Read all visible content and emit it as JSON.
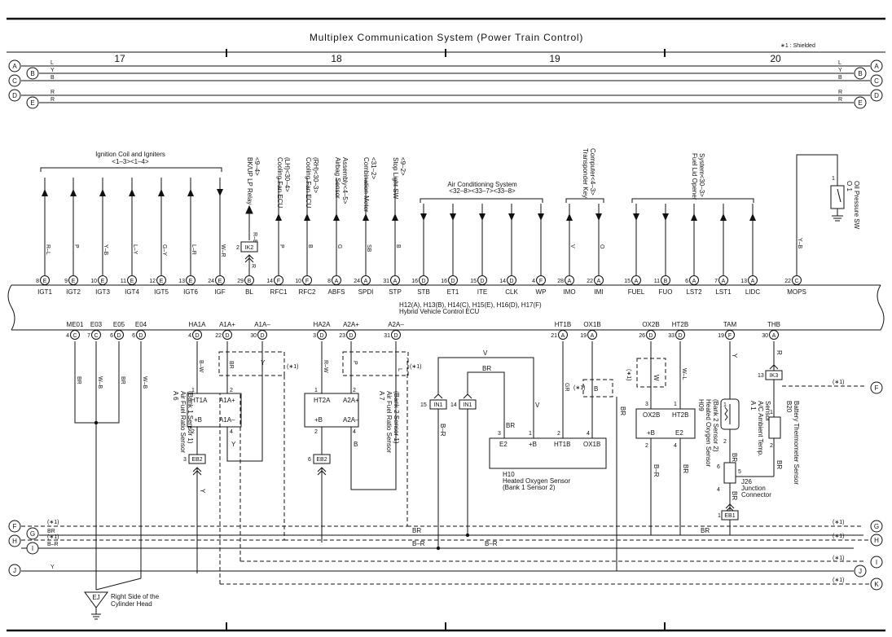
{
  "title": "Multiplex Communication System (Power Train Control)",
  "note": "∗1 : Shielded",
  "page_numbers": [
    "17",
    "18",
    "19",
    "20"
  ],
  "bus_lines": [
    {
      "id": "A",
      "wire": "L"
    },
    {
      "id": "B",
      "wire": "Y"
    },
    {
      "id": "C",
      "wire": "B"
    },
    {
      "id": "D",
      "wire": "R"
    },
    {
      "id": "E",
      "wire": "R"
    }
  ],
  "ecu": {
    "name": "Hybrid Vehicle Control ECU",
    "code": "H12(A), H13(B), H14(C), H15(E), H16(D), H17(F)"
  },
  "top_pins": [
    {
      "num": "8",
      "conn": "E",
      "name": "IGT1",
      "wire": "R–L"
    },
    {
      "num": "9",
      "conn": "E",
      "name": "IGT2",
      "wire": "P"
    },
    {
      "num": "10",
      "conn": "E",
      "name": "IGT3",
      "wire": "Y–B"
    },
    {
      "num": "11",
      "conn": "E",
      "name": "IGT4",
      "wire": "L–Y"
    },
    {
      "num": "12",
      "conn": "E",
      "name": "IGT5",
      "wire": "G–Y"
    },
    {
      "num": "13",
      "conn": "E",
      "name": "IGT6",
      "wire": "L–R"
    },
    {
      "num": "24",
      "conn": "E",
      "name": "IGF",
      "wire": "W–R"
    },
    {
      "num": "29",
      "conn": "B",
      "name": "BL",
      "wire": "R"
    },
    {
      "num": "14",
      "conn": "F",
      "name": "RFC1",
      "wire": "P"
    },
    {
      "num": "10",
      "conn": "F",
      "name": "RFC2",
      "wire": "B"
    },
    {
      "num": "8",
      "conn": "A",
      "name": "ABFS",
      "wire": "G"
    },
    {
      "num": "24",
      "conn": "A",
      "name": "SPDI",
      "wire": "SB"
    },
    {
      "num": "31",
      "conn": "A",
      "name": "STP",
      "wire": "B"
    },
    {
      "num": "16",
      "conn": "D",
      "name": "STB",
      "wire": ""
    },
    {
      "num": "16",
      "conn": "D",
      "name": "ET1",
      "wire": ""
    },
    {
      "num": "15",
      "conn": "D",
      "name": "ITE",
      "wire": ""
    },
    {
      "num": "14",
      "conn": "D",
      "name": "CLK",
      "wire": ""
    },
    {
      "num": "4",
      "conn": "F",
      "name": "WP",
      "wire": ""
    },
    {
      "num": "28",
      "conn": "A",
      "name": "IMO",
      "wire": "V"
    },
    {
      "num": "22",
      "conn": "A",
      "name": "IMI",
      "wire": "O"
    },
    {
      "num": "15",
      "conn": "A",
      "name": "FUEL",
      "wire": ""
    },
    {
      "num": "11",
      "conn": "B",
      "name": "FUO",
      "wire": ""
    },
    {
      "num": "6",
      "conn": "A",
      "name": "LST2",
      "wire": ""
    },
    {
      "num": "7",
      "conn": "A",
      "name": "LST1",
      "wire": ""
    },
    {
      "num": "13",
      "conn": "A",
      "name": "LIDC",
      "wire": ""
    },
    {
      "num": "22",
      "conn": "C",
      "name": "MOPS",
      "wire": "Y–B"
    }
  ],
  "top_groups": {
    "ignition": "Ignition Coil and Igniters",
    "ignition_ref": "<1–3><1–4>",
    "ac": "Air Conditioning System",
    "ac_ref": "<32–8><33–7><33–8>",
    "bkup_1": "BK/UP LP Relay",
    "bkup_2": "<9–4>",
    "fan1_1": "Cooling Fan ECU",
    "fan1_2": "(LH)<30–4>",
    "fan2_1": "Cooling Fan ECU",
    "fan2_2": "(RH)<30–3>",
    "airbag_1": "Airbag Sensor",
    "airbag_2": "Assembly<4–5>",
    "combo_1": "Combination Meter",
    "combo_2": "<31–2>",
    "stop_1": "Stop Light SW",
    "stop_2": "<9–2>",
    "trans_1": "Transponder Key",
    "trans_2": "Computer<4–3>",
    "fuel_1": "Fuel Lid Opener",
    "fuel_2": "System<30–3>",
    "oil_code": "O 1",
    "oil_name": "Oil Pressure SW",
    "oil_pin": "1",
    "ik2_relay_wire": "R–B",
    "ik2_pin": "2"
  },
  "bottom_pins": [
    {
      "num": "4",
      "conn": "C",
      "name": "ME01",
      "wire": "BR"
    },
    {
      "num": "7",
      "conn": "C",
      "name": "E03",
      "wire": "W–B"
    },
    {
      "num": "6",
      "conn": "D",
      "name": "E05",
      "wire": "BR"
    },
    {
      "num": "6",
      "conn": "D",
      "name": "E04",
      "wire": "W–B"
    },
    {
      "num": "4",
      "conn": "D",
      "name": "HA1A",
      "wire": "B–W"
    },
    {
      "num": "22",
      "conn": "D",
      "name": "A1A+",
      "wire": "BR"
    },
    {
      "num": "30",
      "conn": "D",
      "name": "A1A–",
      "wire": "Y"
    },
    {
      "num": "3",
      "conn": "D",
      "name": "HA2A",
      "wire": "R–W"
    },
    {
      "num": "23",
      "conn": "D",
      "name": "A2A+",
      "wire": "P"
    },
    {
      "num": "31",
      "conn": "D",
      "name": "A2A–",
      "wire": "L"
    },
    {
      "num": "21",
      "conn": "A",
      "name": "HT1B",
      "wire": "GR"
    },
    {
      "num": "19",
      "conn": "A",
      "name": "OX1B",
      "wire": "B"
    },
    {
      "num": "26",
      "conn": "D",
      "name": "OX2B",
      "wire": "W"
    },
    {
      "num": "33",
      "conn": "D",
      "name": "HT2B",
      "wire": "W–L"
    },
    {
      "num": "19",
      "conn": "F",
      "name": "TAM",
      "wire": "Y"
    },
    {
      "num": "30",
      "conn": "A",
      "name": "THB",
      "wire": "R"
    }
  ],
  "sensors": {
    "a6": {
      "code": "A 6",
      "name1": "Air Fuel Ratio Sensor",
      "name2": "(Bank 1 Sensor 1)",
      "p1": "HT1A",
      "p2": "A1A+",
      "p3": "+B",
      "p4": "A1A–"
    },
    "a7": {
      "code": "A 7",
      "name1": "Air Fuel Ratio Sensor",
      "name2": "(Bank 2 Sensor 1)",
      "p1": "HT2A",
      "p2": "A2A+",
      "p3": "+B",
      "p4": "A2A–"
    },
    "h10": {
      "code": "H10",
      "name1": "Heated Oxygen Sensor",
      "name2": "(Bank 1 Sensor 2)",
      "p1": "E2",
      "p2": "+B",
      "p3": "HT1B",
      "p4": "OX1B"
    },
    "h09": {
      "code": "H09",
      "name1": "Heated Oxygen Sensor",
      "name2": "(Bank 2 Sensor 2)",
      "p1": "OX2B",
      "p2": "HT2B",
      "p3": "+B",
      "p4": "E2"
    },
    "a1": {
      "code": "A 1",
      "name1": "A/C Ambient Temp.",
      "name2": "Sensor"
    },
    "b20": {
      "code": "B20",
      "name1": "Battery Thermometer Sensor"
    },
    "j26": {
      "code": "J26",
      "name1": "Junction",
      "name2": "Connector"
    },
    "ground": {
      "code": "EJ",
      "name1": "Right Side of the",
      "name2": "Cylinder Head"
    }
  },
  "connectors": {
    "ik2": "IK2",
    "ik3": "IK3",
    "eb2": "EB2",
    "in1": "IN1",
    "eb1": "EB1",
    "shield": "(∗1)"
  },
  "wire_labels": {
    "v": "V",
    "br": "BR",
    "br_r": "B–R",
    "y": "Y",
    "r": "R",
    "b": "B",
    "w": "W"
  },
  "bottom_lines": [
    {
      "id": "F",
      "wire": "(∗1)"
    },
    {
      "id": "G",
      "wire": "BR"
    },
    {
      "id": "H",
      "wire": "(∗1)"
    },
    {
      "id": "I",
      "wire": "B–R"
    },
    {
      "id": "J",
      "wire": "Y"
    },
    {
      "id": "K",
      "wire": "(∗1)"
    }
  ]
}
